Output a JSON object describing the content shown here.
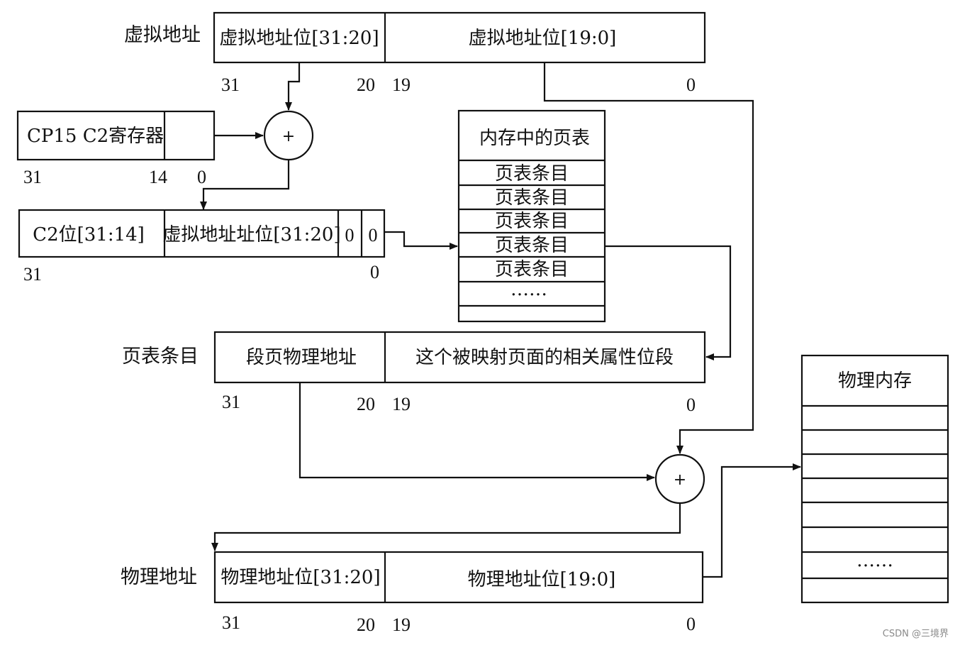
{
  "virtual_address": {
    "label": "虚拟地址",
    "high_field": "虚拟地址位[31:20]",
    "low_field": "虚拟地址位[19:0]",
    "bits": [
      "31",
      "20",
      "19",
      "0"
    ]
  },
  "cp15": {
    "field": "CP15 C2寄存器",
    "bits": [
      "31",
      "14",
      "0"
    ]
  },
  "c2_combined": {
    "field_c2": "C2位[31:14]",
    "field_va": "虚拟地址址位[31:20]",
    "zero_a": "0",
    "zero_b": "0",
    "bits": [
      "31",
      "0"
    ]
  },
  "page_table": {
    "title": "内存中的页表",
    "entries": [
      "页表条目",
      "页表条目",
      "页表条目",
      "页表条目",
      "页表条目",
      "……",
      ""
    ]
  },
  "page_table_entry": {
    "label": "页表条目",
    "high_field": "段页物理地址",
    "low_field": "这个被映射页面的相关属性位段",
    "bits": [
      "31",
      "20",
      "19",
      "0"
    ]
  },
  "physical_address": {
    "label": "物理地址",
    "high_field": "物理地址位[31:20]",
    "low_field": "物理地址位[19:0]",
    "bits": [
      "31",
      "20",
      "19",
      "0"
    ]
  },
  "physical_memory": {
    "title": "物理内存",
    "rows": [
      "",
      "",
      "",
      "",
      "",
      "",
      "……",
      ""
    ]
  },
  "adders": {
    "symbol": "+"
  },
  "watermark": "CSDN @三境界"
}
